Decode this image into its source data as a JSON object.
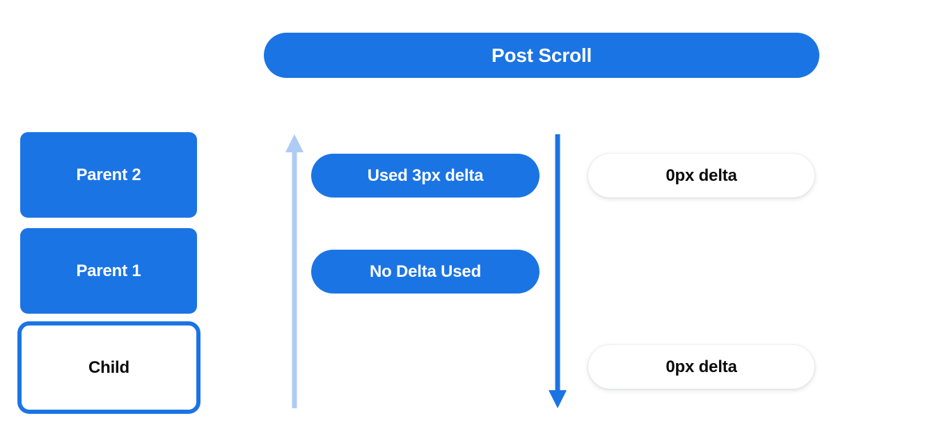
{
  "header": {
    "title": "Post Scroll"
  },
  "colors": {
    "brand_blue": "#1b74e4",
    "arrow_light_blue": "#aecbf5",
    "background": "#ffffff",
    "text_dark": "#0b0b0b",
    "text_light": "#ffffff"
  },
  "frames": [
    {
      "id": "parent2",
      "label": "Parent 2",
      "style": "filled"
    },
    {
      "id": "parent1",
      "label": "Parent 1",
      "style": "filled"
    },
    {
      "id": "child",
      "label": "Child",
      "style": "outlined"
    }
  ],
  "arrows": [
    {
      "id": "scroll-up-arrow",
      "direction": "up",
      "color": "#aecbf5"
    },
    {
      "id": "scroll-down-arrow",
      "direction": "down",
      "color": "#1b74e4"
    }
  ],
  "consumed_pills": [
    {
      "id": "used-delta",
      "label": "Used 3px delta"
    },
    {
      "id": "no-delta",
      "label": "No Delta Used"
    }
  ],
  "delta_pills": [
    {
      "id": "delta-top",
      "label": "0px delta"
    },
    {
      "id": "delta-bottom",
      "label": "0px delta"
    }
  ]
}
